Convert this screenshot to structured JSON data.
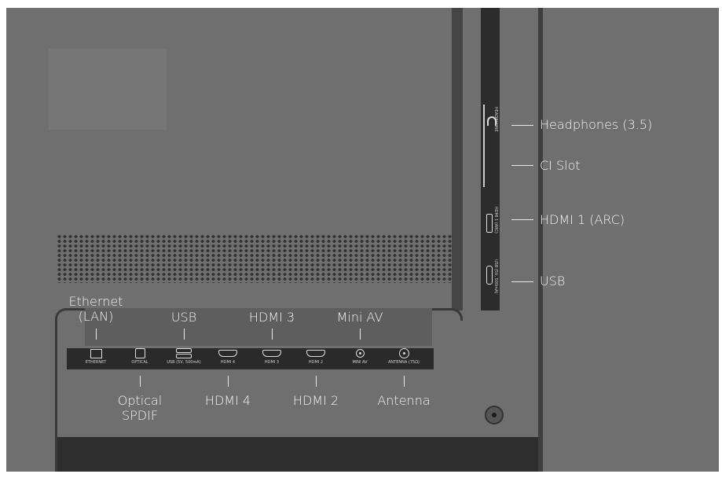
{
  "bottom_ports": [
    {
      "panel": "ETHERNET",
      "icon": "ethernet-port-icon"
    },
    {
      "panel": "OPTICAL",
      "icon": "optical-port-icon"
    },
    {
      "panel": "USB (5V, 500mA)",
      "icon": "usb-port-icon"
    },
    {
      "panel": "HDMI 4",
      "icon": "hdmi-port-icon"
    },
    {
      "panel": "HDMI 3",
      "icon": "hdmi-port-icon"
    },
    {
      "panel": "HDMI 2",
      "icon": "hdmi-port-icon"
    },
    {
      "panel": "MINI AV",
      "icon": "mini-av-port-icon"
    },
    {
      "panel": "ANTENNA (75Ω)",
      "icon": "antenna-port-icon"
    }
  ],
  "callouts_top": [
    "Ethernet\n(LAN)",
    "USB",
    "HDMI 3",
    "Mini AV"
  ],
  "callouts_bottom": [
    "Optical\nSPDIF",
    "HDMI 4",
    "HDMI 2",
    "Antenna"
  ],
  "side_ports": [
    {
      "panel": "HEADPHONE",
      "label": "Headphones (3.5)"
    },
    {
      "panel": "",
      "label": "CI Slot"
    },
    {
      "panel": "HDMI 1 (ARC)",
      "label": "HDMI 1 (ARC)"
    },
    {
      "panel": "USB (5V, 500mA)",
      "label": "USB"
    }
  ]
}
